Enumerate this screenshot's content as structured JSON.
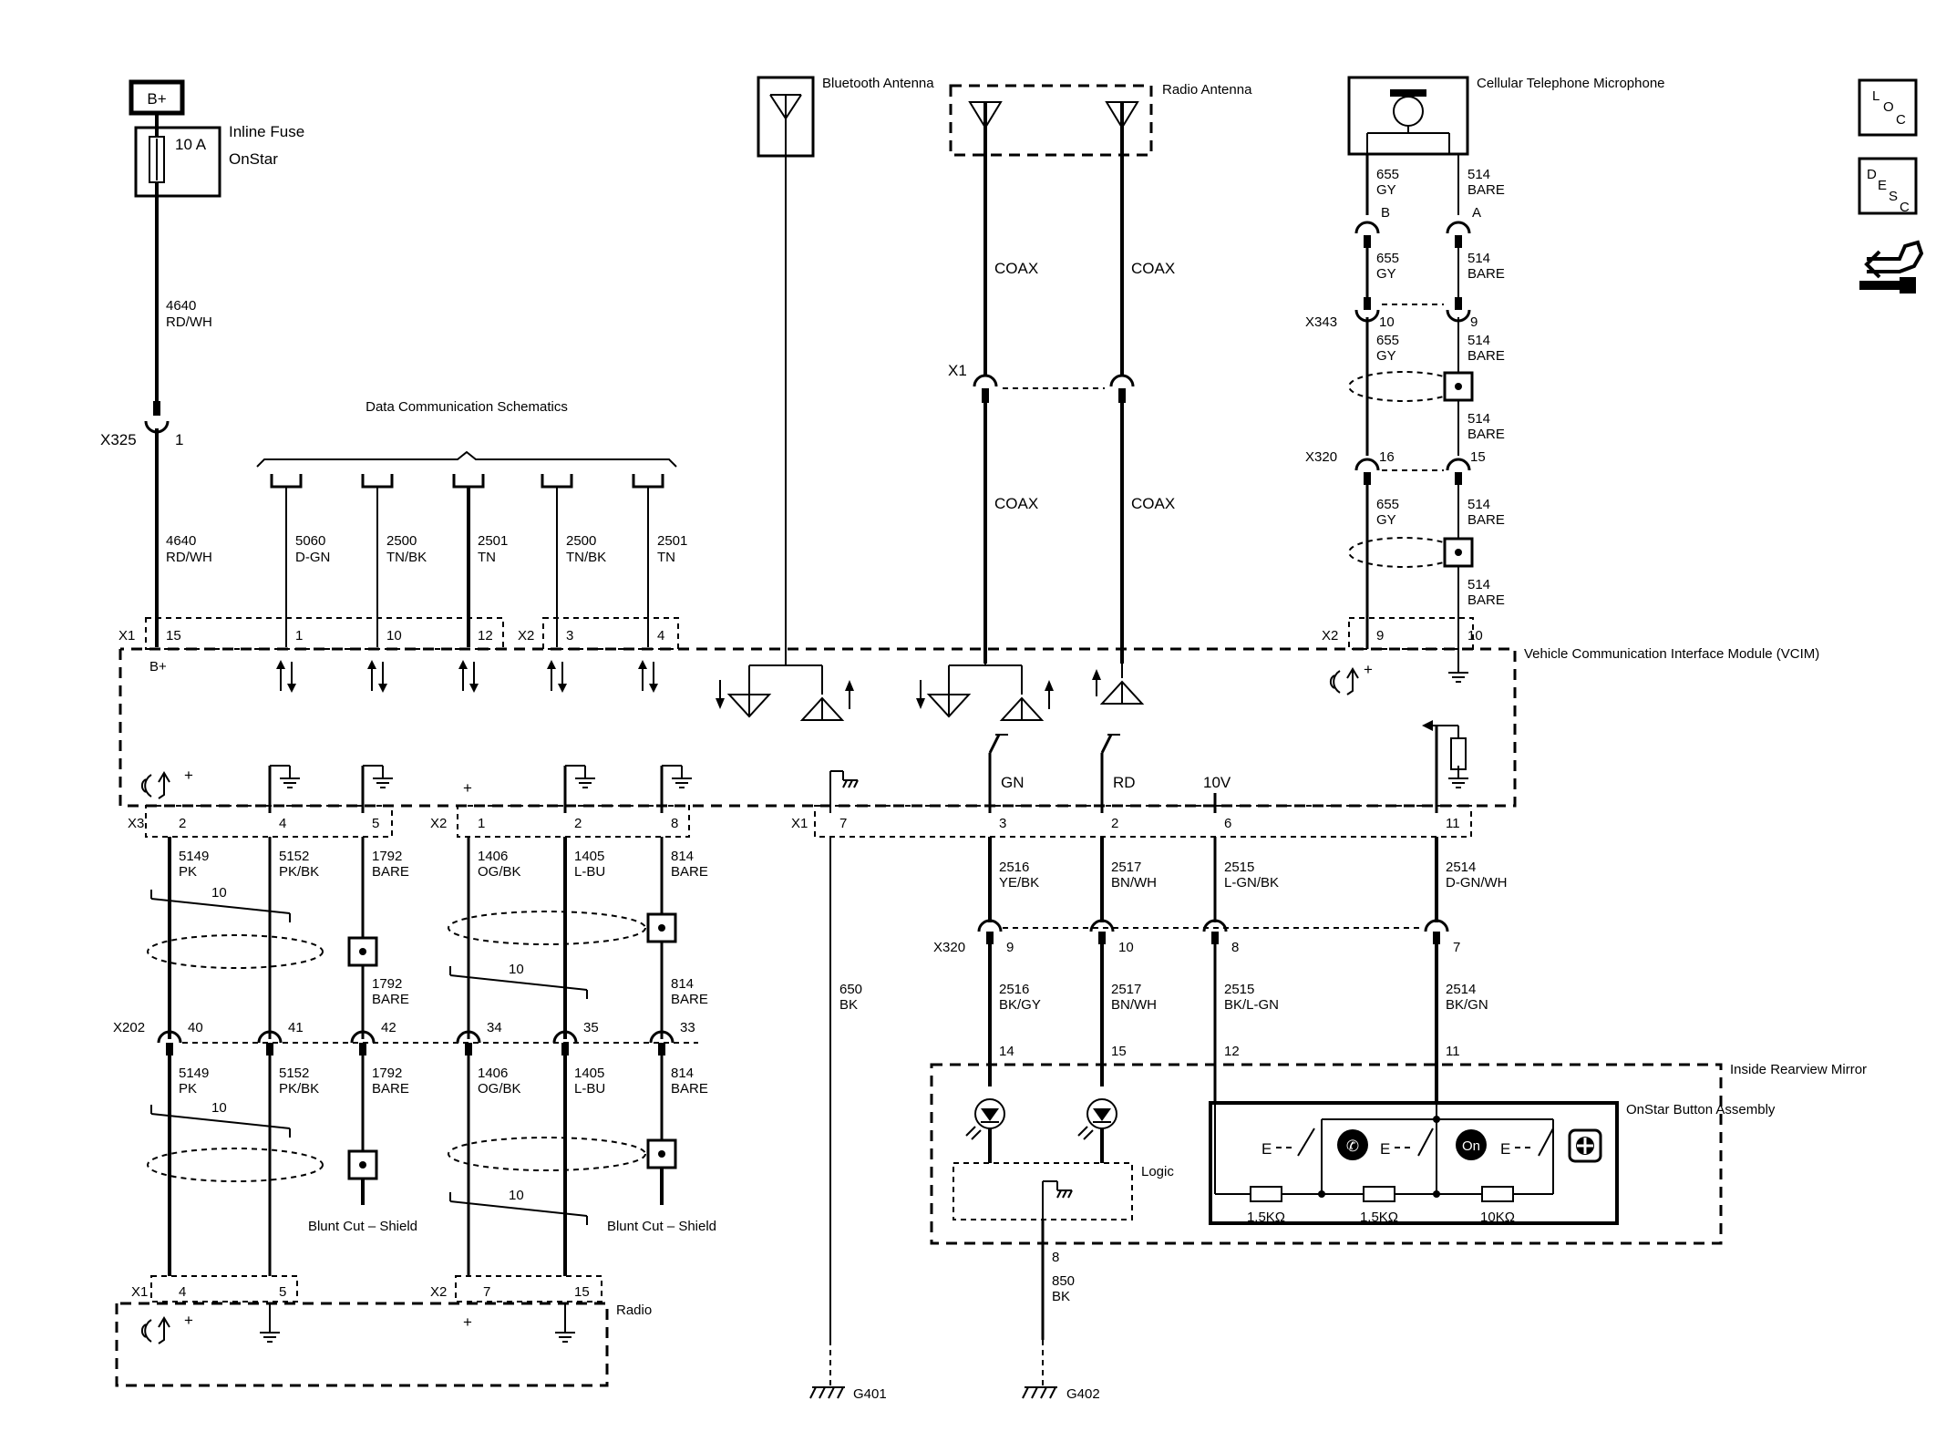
{
  "power": {
    "label": "B+",
    "fuse_rating": "10 A",
    "fuse_name": "Inline Fuse",
    "fuse_circuit": "OnStar"
  },
  "antennas": {
    "bluetooth": "Bluetooth Antenna",
    "radio": "Radio Antenna",
    "coax": "COAX"
  },
  "microphone": {
    "label": "Cellular Telephone Microphone"
  },
  "data_comm": {
    "label": "Data Communication Schematics"
  },
  "vcim": {
    "label": "Vehicle Communication Interface Module (VCIM)",
    "bplus": "B+",
    "gn": "GN",
    "rd": "RD",
    "v10": "10V"
  },
  "mirror": {
    "label": "Inside Rearview Mirror",
    "logic": "Logic",
    "button_assembly": "OnStar Button Assembly",
    "resistors": [
      "1.5KΩ",
      "1.5KΩ",
      "10KΩ"
    ],
    "e": "E"
  },
  "radio": {
    "label": "Radio",
    "shield": "Blunt Cut – Shield",
    "twist": "10"
  },
  "grounds": [
    "G401",
    "G402"
  ],
  "connectors": {
    "x1": "X1",
    "x2": "X2",
    "x3": "X3",
    "x202": "X202",
    "x320": "X320",
    "x325": "X325",
    "x343": "X343"
  },
  "pins": {
    "x325": "1",
    "mic_b": "B",
    "mic_a": "A",
    "x343_1": "10",
    "x343_2": "9",
    "x320_mic_1": "16",
    "x320_mic_2": "15",
    "x2_mic_1": "9",
    "x2_mic_2": "10",
    "vcim_top": [
      "15",
      "1",
      "10",
      "12",
      "3",
      "4"
    ],
    "vcim_bottom": [
      "2",
      "4",
      "5",
      "1",
      "2",
      "8",
      "7",
      "3",
      "2",
      "6",
      "11"
    ],
    "x202": [
      "40",
      "41",
      "42",
      "34",
      "35",
      "33"
    ],
    "x320_lower": [
      "9",
      "10",
      "8",
      "7"
    ],
    "mirror": [
      "14",
      "15",
      "12",
      "11",
      "8"
    ],
    "radio": [
      "4",
      "5",
      "7",
      "15"
    ]
  },
  "wires": {
    "w4640": {
      "num": "4640",
      "col": "RD/WH"
    },
    "w5060": {
      "num": "5060",
      "col": "D-GN"
    },
    "w2500": {
      "num": "2500",
      "col": "TN/BK"
    },
    "w2501": {
      "num": "2501",
      "col": "TN"
    },
    "w655": {
      "num": "655",
      "col": "GY"
    },
    "w514": {
      "num": "514",
      "col": "BARE"
    },
    "w5149": {
      "num": "5149",
      "col": "PK"
    },
    "w5152": {
      "num": "5152",
      "col": "PK/BK"
    },
    "w1792": {
      "num": "1792",
      "col": "BARE"
    },
    "w1406": {
      "num": "1406",
      "col": "OG/BK"
    },
    "w1405": {
      "num": "1405",
      "col": "L-BU"
    },
    "w814": {
      "num": "814",
      "col": "BARE"
    },
    "w650": {
      "num": "650",
      "col": "BK"
    },
    "w2516a": {
      "num": "2516",
      "col": "YE/BK"
    },
    "w2516b": {
      "num": "2516",
      "col": "BK/GY"
    },
    "w2517": {
      "num": "2517",
      "col": "BN/WH"
    },
    "w2515a": {
      "num": "2515",
      "col": "L-GN/BK"
    },
    "w2515b": {
      "num": "2515",
      "col": "BK/L-GN"
    },
    "w2514a": {
      "num": "2514",
      "col": "D-GN/WH"
    },
    "w2514b": {
      "num": "2514",
      "col": "BK/GN"
    },
    "w850": {
      "num": "850",
      "col": "BK"
    }
  },
  "nav_icons": [
    "loc-icon",
    "desc-icon",
    "connector-end-view-icon"
  ]
}
